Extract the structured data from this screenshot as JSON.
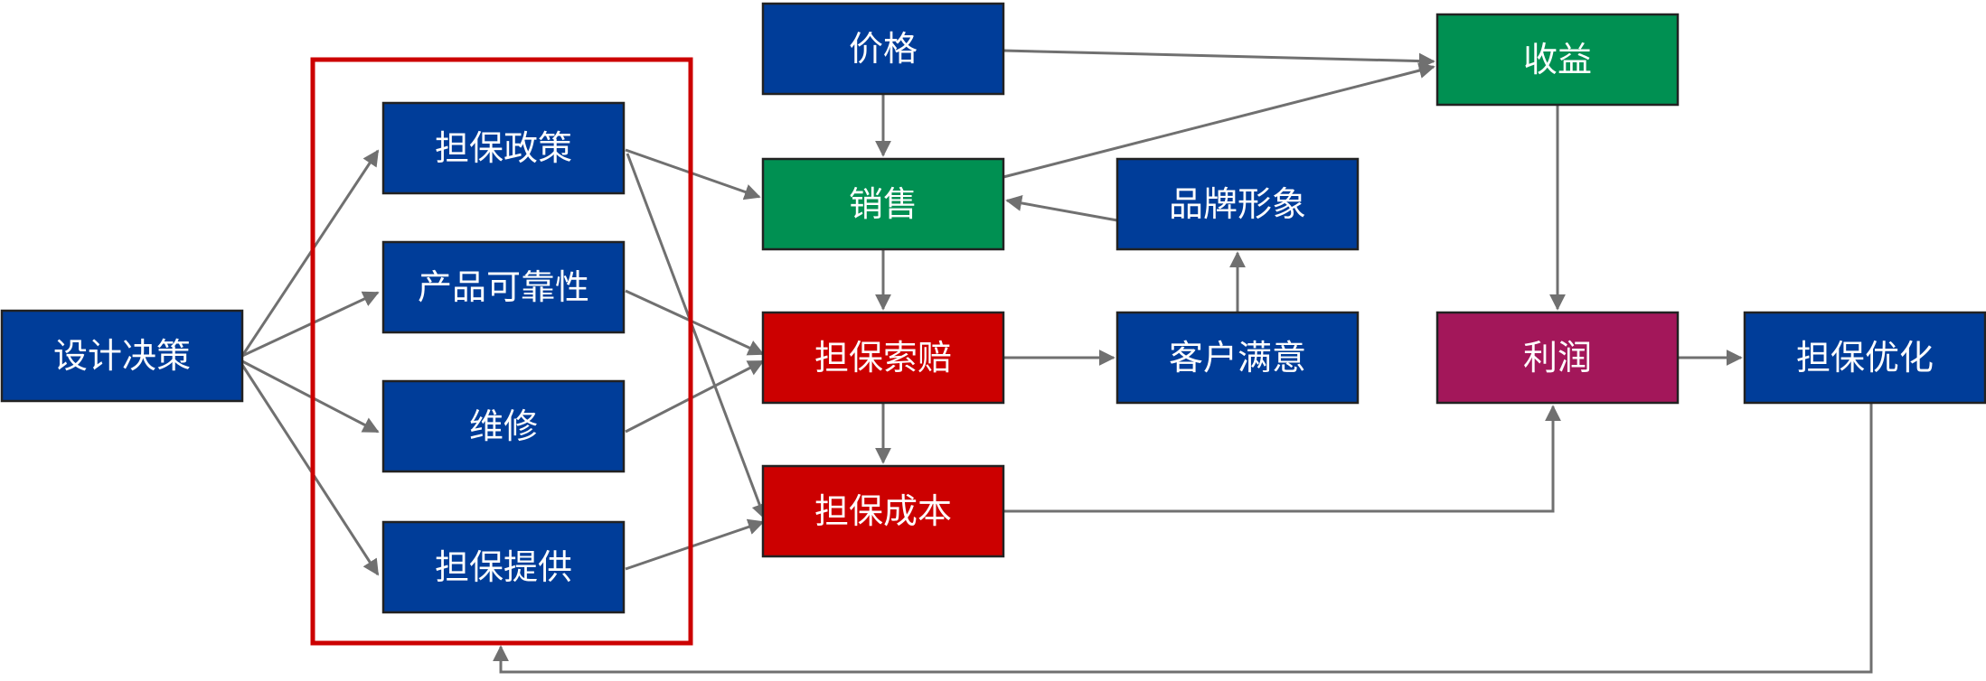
{
  "colors": {
    "blue": "#003d99",
    "green": "#009052",
    "red": "#cc0000",
    "magenta": "#a3175a",
    "edge": "#707070",
    "frame": "#cc0000"
  },
  "nodes": {
    "design": {
      "label": "设计决策",
      "color": "blue"
    },
    "policy": {
      "label": "担保政策",
      "color": "blue"
    },
    "reliability": {
      "label": "产品可靠性",
      "color": "blue"
    },
    "repair": {
      "label": "维修",
      "color": "blue"
    },
    "provision": {
      "label": "担保提供",
      "color": "blue"
    },
    "price": {
      "label": "价格",
      "color": "blue"
    },
    "sales": {
      "label": "销售",
      "color": "green"
    },
    "claims": {
      "label": "担保索赔",
      "color": "red"
    },
    "cost": {
      "label": "担保成本",
      "color": "red"
    },
    "brand": {
      "label": "品牌形象",
      "color": "blue"
    },
    "satisfaction": {
      "label": "客户满意",
      "color": "blue"
    },
    "revenue": {
      "label": "收益",
      "color": "green"
    },
    "profit": {
      "label": "利润",
      "color": "magenta"
    },
    "optimize": {
      "label": "担保优化",
      "color": "blue"
    }
  },
  "edges": [
    {
      "from": "design",
      "to": "policy"
    },
    {
      "from": "design",
      "to": "reliability"
    },
    {
      "from": "design",
      "to": "repair"
    },
    {
      "from": "design",
      "to": "provision"
    },
    {
      "from": "policy",
      "to": "sales"
    },
    {
      "from": "policy",
      "to": "cost"
    },
    {
      "from": "reliability",
      "to": "claims"
    },
    {
      "from": "repair",
      "to": "claims"
    },
    {
      "from": "provision",
      "to": "cost"
    },
    {
      "from": "price",
      "to": "sales"
    },
    {
      "from": "price",
      "to": "revenue"
    },
    {
      "from": "sales",
      "to": "revenue"
    },
    {
      "from": "sales",
      "to": "claims"
    },
    {
      "from": "brand",
      "to": "sales"
    },
    {
      "from": "claims",
      "to": "satisfaction"
    },
    {
      "from": "claims",
      "to": "cost"
    },
    {
      "from": "satisfaction",
      "to": "brand"
    },
    {
      "from": "revenue",
      "to": "profit"
    },
    {
      "from": "cost",
      "to": "profit"
    },
    {
      "from": "profit",
      "to": "optimize"
    },
    {
      "from": "optimize",
      "to": "design_group"
    }
  ]
}
